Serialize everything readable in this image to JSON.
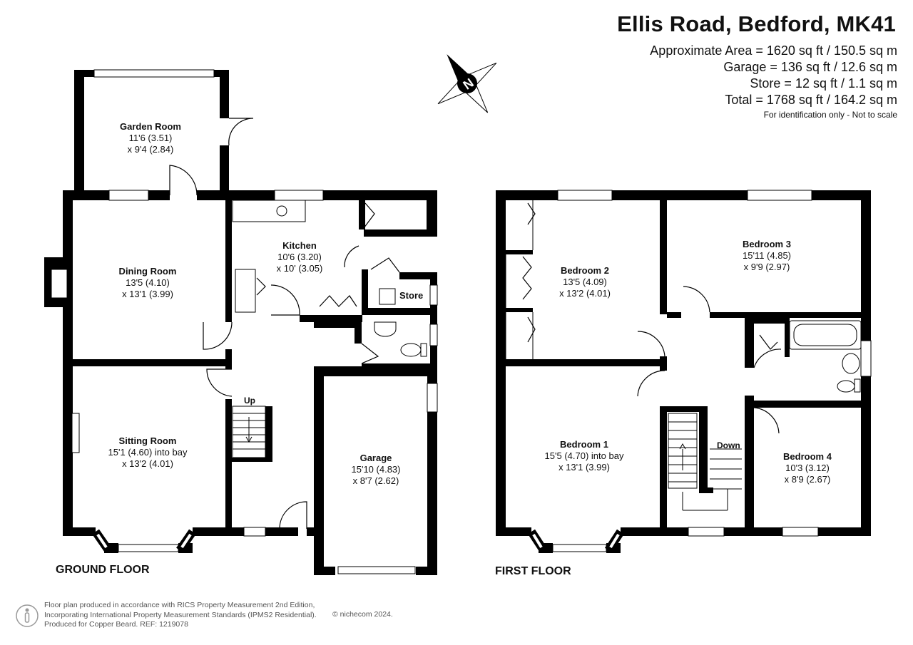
{
  "header": {
    "title": "Ellis Road, Bedford, MK41",
    "areas": [
      "Approximate Area = 1620 sq ft / 150.5 sq m",
      "Garage = 136 sq ft / 12.6 sq m",
      "Store = 12 sq ft / 1.1 sq m",
      "Total = 1768 sq ft / 164.2 sq m"
    ],
    "note": "For identification only - Not to scale"
  },
  "compass": {
    "letter": "N",
    "icon": "compass-icon"
  },
  "ground_floor": {
    "label": "GROUND FLOOR",
    "rooms": [
      {
        "name": "Garden Room",
        "dims": [
          "11'6 (3.51)",
          "x 9'4 (2.84)"
        ]
      },
      {
        "name": "Dining Room",
        "dims": [
          "13'5 (4.10)",
          "x 13'1 (3.99)"
        ]
      },
      {
        "name": "Kitchen",
        "dims": [
          "10'6 (3.20)",
          "x 10' (3.05)"
        ]
      },
      {
        "name": "Sitting Room",
        "dims": [
          "15'1 (4.60) into bay",
          "x 13'2 (4.01)"
        ]
      },
      {
        "name": "Garage",
        "dims": [
          "15'10 (4.83)",
          "x 8'7 (2.62)"
        ]
      }
    ],
    "store_label": "Store",
    "stairs_label": "Up"
  },
  "first_floor": {
    "label": "FIRST FLOOR",
    "rooms": [
      {
        "name": "Bedroom 2",
        "dims": [
          "13'5 (4.09)",
          "x 13'2 (4.01)"
        ]
      },
      {
        "name": "Bedroom 3",
        "dims": [
          "15'11 (4.85)",
          "x 9'9 (2.97)"
        ]
      },
      {
        "name": "Bedroom 1",
        "dims": [
          "15'5 (4.70) into bay",
          "x 13'1 (3.99)"
        ]
      },
      {
        "name": "Bedroom 4",
        "dims": [
          "10'3 (3.12)",
          "x 8'9 (2.67)"
        ]
      }
    ],
    "stairs_label": "Down"
  },
  "footer": {
    "lines": [
      "Floor plan produced in accordance with RICS Property Measurement 2nd Edition,",
      "Incorporating International Property Measurement Standards (IPMS2 Residential).",
      "Produced for Copper Beard.   REF:  1219078"
    ],
    "brand": "© nichecom 2024."
  }
}
